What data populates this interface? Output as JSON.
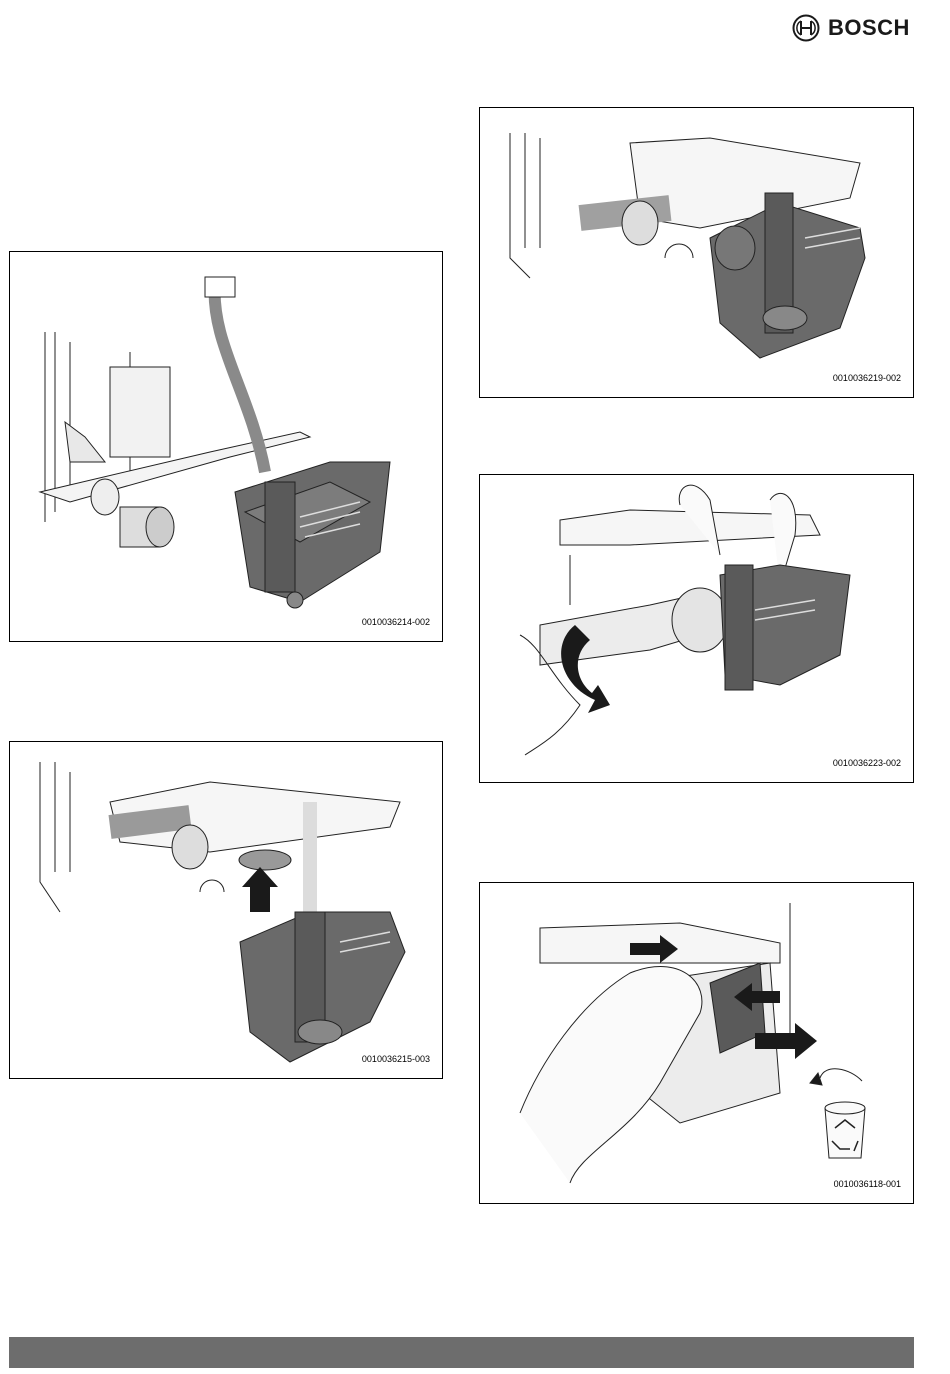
{
  "header": {
    "brand_name": "BOSCH",
    "logo_icon": "bosch-armature-icon"
  },
  "figures": [
    {
      "id": "0010036214-002"
    },
    {
      "id": "0010036215-003"
    },
    {
      "id": "0010036219-002"
    },
    {
      "id": "0010036223-002"
    },
    {
      "id": "0010036118-001"
    }
  ],
  "colors": {
    "footer_bar": "#6d6d6d",
    "pump_body": "#6a6a6a",
    "arrow": "#1a1a1a"
  }
}
